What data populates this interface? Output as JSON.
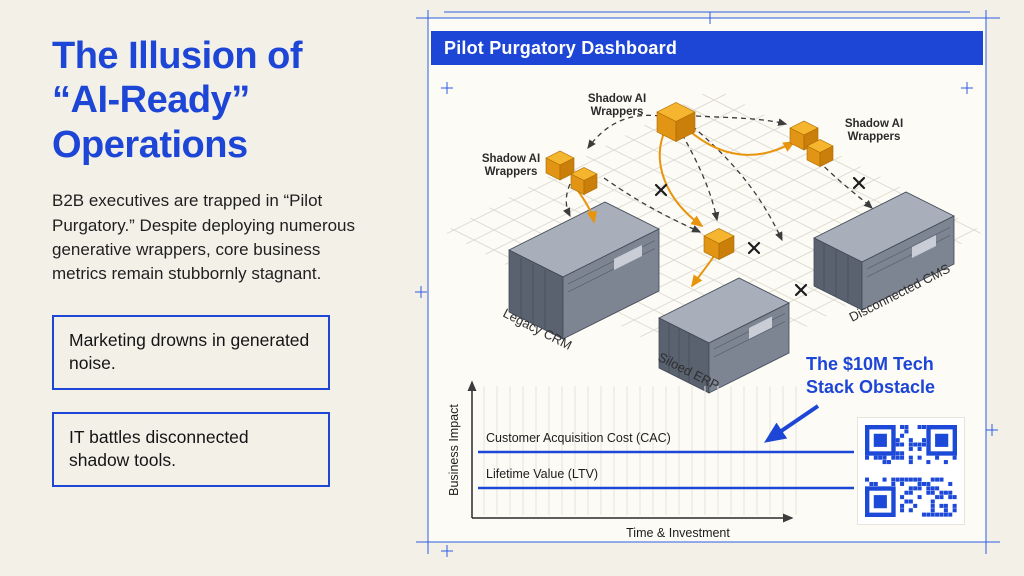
{
  "colors": {
    "background": "#f3f0e8",
    "accent-blue": "#1d46d6",
    "frame-blue": "#2f5be0",
    "panel-bg": "#fcfbf6",
    "orange": "#e8940c",
    "box-gray": "#7d8593",
    "qr-blue": "#1d49d8",
    "ink": "#1c1c1c"
  },
  "left_panel": {
    "title_lines": [
      "The Illusion of",
      "“AI-Ready”",
      "Operations"
    ],
    "body": "B2B executives are trapped in “Pilot Purgatory.” Despite deploying numerous generative wrappers, core business metrics remain stubbornly stagnant.",
    "callouts": [
      {
        "text": "Marketing drowns in generated noise."
      },
      {
        "text": "IT battles disconnected shadow tools."
      }
    ]
  },
  "dashboard": {
    "title": "Pilot Purgatory Dashboard",
    "shadow_labels": {
      "top": [
        "Shadow AI",
        "Wrappers"
      ],
      "left": [
        "Shadow AI",
        "Wrappers"
      ],
      "right": [
        "Shadow AI",
        "Wrappers"
      ]
    },
    "system_labels": {
      "crm": "Legacy CRM",
      "erp": "Siloed ERP",
      "cms": "Disconnected CMS"
    },
    "annotation_lines": [
      "The $10M Tech",
      "Stack Obstacle"
    ],
    "chart": {
      "type": "line",
      "ylabel": "Business Impact",
      "xlabel": "Time & Investment",
      "series": [
        {
          "name": "Customer Acquisition Cost (CAC)",
          "shape": "flat"
        },
        {
          "name": "Lifetime Value (LTV)",
          "shape": "flat"
        }
      ],
      "note": "both metric lines remain flat over time despite investment"
    }
  }
}
